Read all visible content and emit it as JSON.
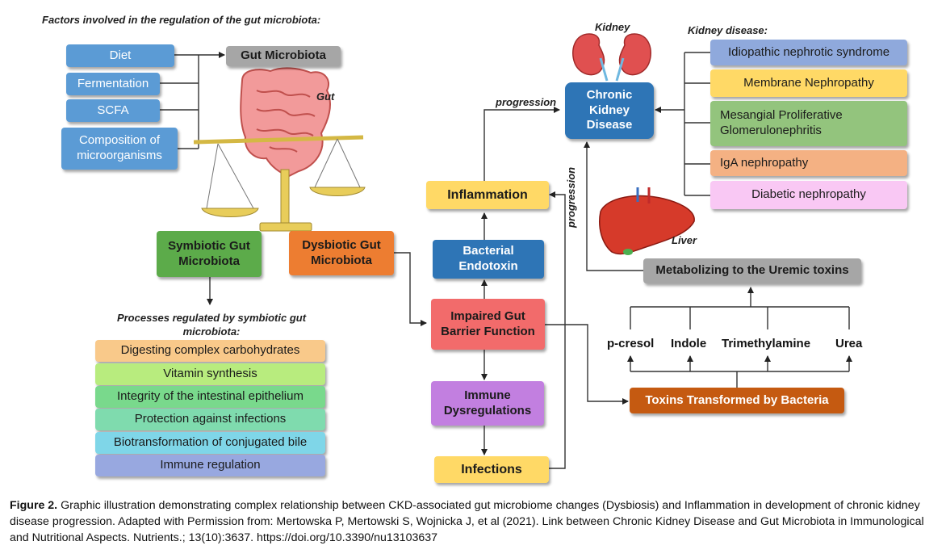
{
  "factors": {
    "heading": "Factors involved in the regulation of the gut microbiota:",
    "items": [
      "Diet",
      "Fermentation",
      "SCFA",
      "Composition of microorganisms"
    ]
  },
  "gut_microbiota": "Gut Microbiota",
  "gut_label": "Gut",
  "symbiotic": "Symbiotic Gut Microbiota",
  "dysbiotic": "Dysbiotic Gut Microbiota",
  "processes": {
    "heading": "Processes regulated by symbiotic gut microbiota:",
    "items": [
      "Digesting complex carbohydrates",
      "Vitamin synthesis",
      "Integrity of the intestinal epithelium",
      "Protection against infections",
      "Biotransformation of conjugated bile",
      "Immune regulation"
    ]
  },
  "center": {
    "inflammation": "Inflammation",
    "bacterial_endotoxin": "Bacterial Endotoxin",
    "impaired_barrier": "Impaired Gut Barrier Function",
    "immune_dysregulations": "Immune Dysregulations",
    "infections": "Infections"
  },
  "progression_label": "progression",
  "kidney_label": "Kidney",
  "ckd": "Chronic Kidney Disease",
  "kidney_disease": {
    "heading": "Kidney disease:",
    "items": [
      "Idiopathic nephrotic syndrome",
      "Membrane Nephropathy",
      "Mesangial Proliferative Glomerulonephritis",
      "IgA nephropathy",
      "Diabetic nephropathy"
    ]
  },
  "liver_label": "Liver",
  "uremic": "Metabolizing to the Uremic toxins",
  "toxins": [
    "p-cresol",
    "Indole",
    "Trimethylamine",
    "Urea"
  ],
  "toxins_transformed": "Toxins Transformed by Bacteria",
  "caption": {
    "label": "Figure 2.",
    "text": "Graphic illustration demonstrating complex relationship between CKD-associated gut microbiome changes (Dysbiosis) and Inflammation in development of chronic kidney disease progression. Adapted with Permission from: Mertowska P, Mertowski S, Wojnicka J, et al (2021). Link between Chronic Kidney Disease and Gut Microbiota in Immunological and Nutritional Aspects. Nutrients.; 13(10):3637. https://doi.org/10.3390/nu13103637"
  },
  "colors": {
    "blue_box": "#5b9bd5",
    "dark_blue": "#2e75b6",
    "green": "#5cab4a",
    "orange": "#ed7d31",
    "yellow": "#ffd966",
    "red": "#f26b6b",
    "purple": "#c27fe0",
    "gray": "#a6a6a6",
    "brick": "#c55a11"
  }
}
